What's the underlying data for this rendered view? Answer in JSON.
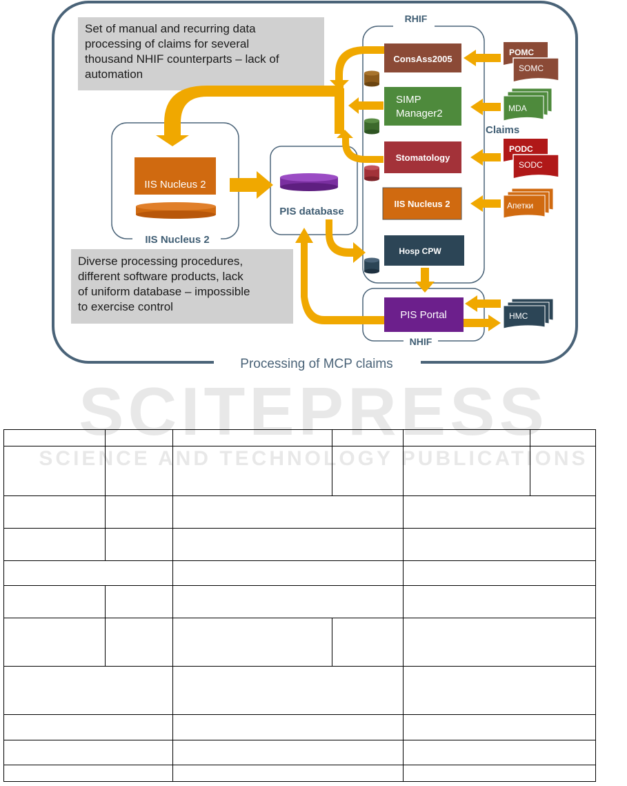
{
  "diagram": {
    "title": "Processing of MCP claims",
    "note_top": [
      "Set of manual and recurring data",
      "processing of claims for several",
      "thousand NHIF counterparts – lack of",
      "automation"
    ],
    "note_bottom": [
      "Diverse processing procedures,",
      "different software products, lack",
      "of uniform database – impossible",
      "to exercise control"
    ],
    "rhif_label": "RHIF",
    "nhif_label": "NHIF",
    "claims_label": "Claims",
    "iis_group_label": "IIS Nucleus 2",
    "iis_box_label": "IIS Nucleus 2",
    "pis_db_label": "PIS database",
    "systems": {
      "consass": "ConsAss2005",
      "simp_line1": "SIMP",
      "simp_line2": "Manager2",
      "stomatology": "Stomatology",
      "iis_nucleus": "IIS Nucleus  2",
      "hosp": "Hosp CPW",
      "pis_portal": "PIS Portal"
    },
    "documents": {
      "pomc": "POMC",
      "somc": "SOMC",
      "mda": "MDA",
      "podc": "PODC",
      "sodc": "SODC",
      "apteki": "Апетки",
      "hmc": "HMC"
    },
    "colors": {
      "frame": "#4a6378",
      "arrow": "#f0a800",
      "note_bg": "#d0d0d0",
      "consass": "#8b4a36",
      "simp": "#4e8a3c",
      "stomatology": "#a33239",
      "iis": "#d06a10",
      "hosp": "#2c4556",
      "pis_portal": "#6c1f8c",
      "text_label": "#3f5d73"
    }
  },
  "watermark": {
    "main": "SCITEPRESS",
    "sub": "SCIENCE AND TECHNOLOGY PUBLICATIONS"
  }
}
